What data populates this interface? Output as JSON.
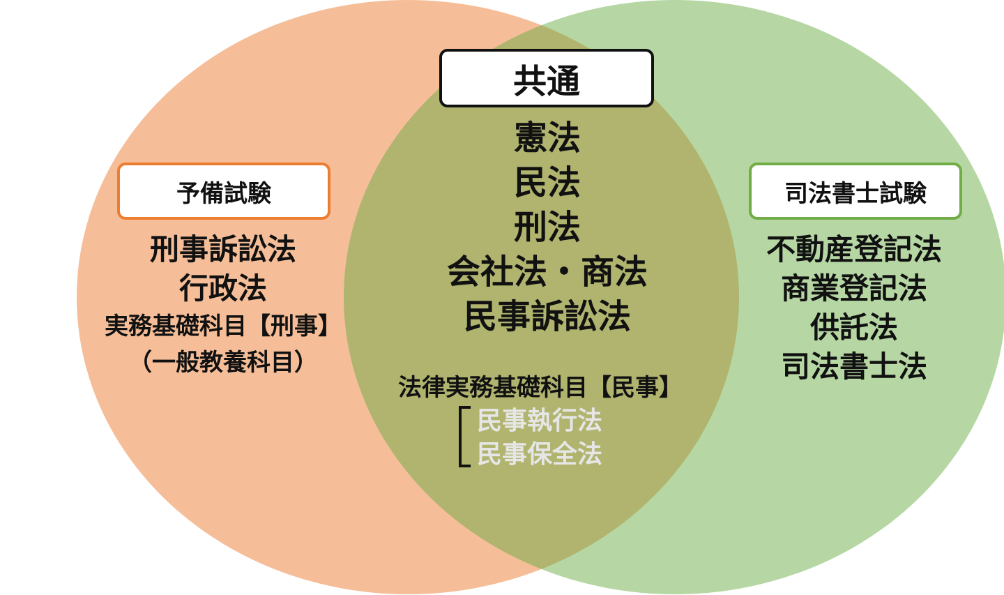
{
  "colors": {
    "left": "#F5BE98",
    "right": "#B6D7A4",
    "overlap": "#B0B46E",
    "left_border": "#ED7D31",
    "right_border": "#70AD47"
  },
  "left": {
    "title": "予備試験",
    "items": [
      "刑事訴訟法",
      "行政法",
      "実務基礎科目【刑事】",
      "（一般教養科目）"
    ]
  },
  "common": {
    "title": "共通",
    "items": [
      "憲法",
      "民法",
      "刑法",
      "会社法・商法",
      "民事訴訟法"
    ],
    "practical": "法律実務基礎科目【民事】",
    "sub_items": [
      "民事執行法",
      "民事保全法"
    ]
  },
  "right": {
    "title": "司法書士試験",
    "items": [
      "不動産登記法",
      "商業登記法",
      "供託法",
      "司法書士法"
    ]
  }
}
